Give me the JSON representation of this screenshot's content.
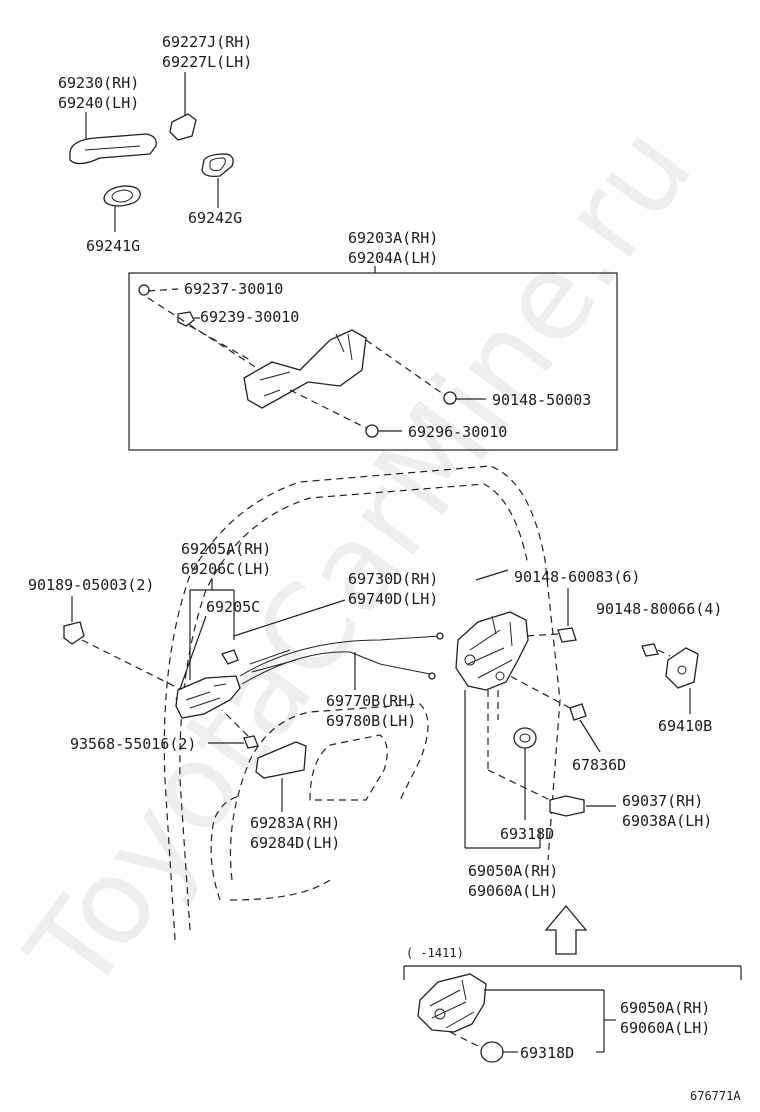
{
  "watermark": "ToyotaCarMine.ru",
  "diagram_id": "676771A",
  "labels": {
    "p69227j": "69227J(RH)",
    "p69227l": "69227L(LH)",
    "p69230": "69230(RH)",
    "p69240": "69240(LH)",
    "p69242g": "69242G",
    "p69241g": "69241G",
    "p69203a": "69203A(RH)",
    "p69204a": "69204A(LH)",
    "p69237": "69237-30010",
    "p69239": "69239-30010",
    "p90148_50003": "90148-50003",
    "p69296": "69296-30010",
    "p69205a": "69205A(RH)",
    "p69206c": "69206C(LH)",
    "p90189": "90189-05003(2)",
    "p69205c": "69205C",
    "p69730d": "69730D(RH)",
    "p69740d": "69740D(LH)",
    "p90148_60083": "90148-60083(6)",
    "p90148_80066": "90148-80066(4)",
    "p69770b": "69770B(RH)",
    "p69780b": "69780B(LH)",
    "p69410b": "69410B",
    "p93568": "93568-55016(2)",
    "p67836d": "67836D",
    "p69037": "69037(RH)",
    "p69038a": "69038A(LH)",
    "p69283a": "69283A(RH)",
    "p69284d": "69284D(LH)",
    "p69318d": "69318D",
    "p69050a": "69050A(RH)",
    "p69060a": "69060A(LH)",
    "range": "(      -1411)",
    "p69050a_b": "69050A(RH)",
    "p69060a_b": "69060A(LH)",
    "p69318d_b": "69318D"
  }
}
